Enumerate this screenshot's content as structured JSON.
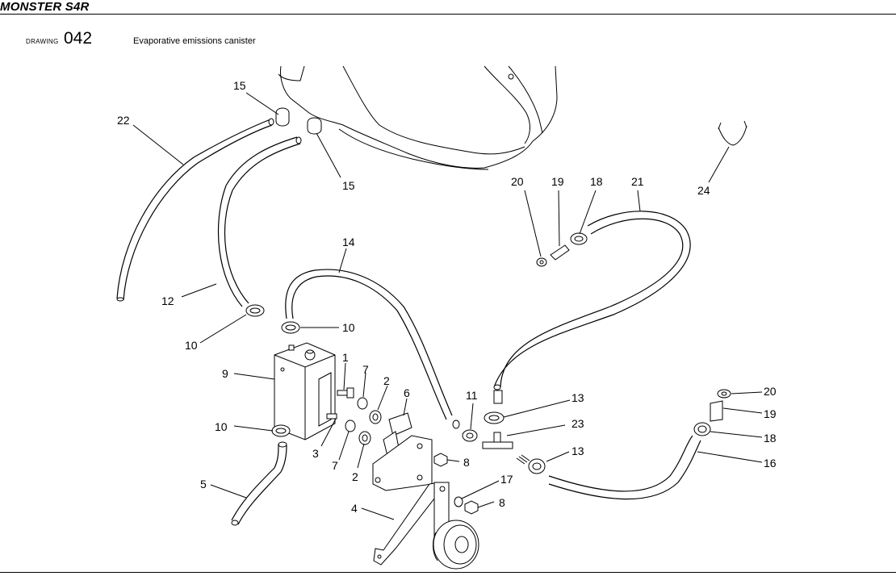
{
  "header": {
    "model": "MONSTER S4R",
    "drawing_label": "DRAWING",
    "drawing_number": "042",
    "title": "Evaporative emissions canister"
  },
  "callouts": {
    "c1": "1",
    "c2a": "2",
    "c2b": "2",
    "c3": "3",
    "c4": "4",
    "c5": "5",
    "c6": "6",
    "c7a": "7",
    "c7b": "7",
    "c8a": "8",
    "c8b": "8",
    "c9": "9",
    "c10a": "10",
    "c10b": "10",
    "c10c": "10",
    "c11": "11",
    "c12": "12",
    "c13a": "13",
    "c13b": "13",
    "c14": "14",
    "c15a": "15",
    "c15b": "15",
    "c16": "16",
    "c17": "17",
    "c18a": "18",
    "c18b": "18",
    "c19a": "19",
    "c19b": "19",
    "c20a": "20",
    "c20b": "20",
    "c21": "21",
    "c22": "22",
    "c23": "23",
    "c24": "24"
  }
}
